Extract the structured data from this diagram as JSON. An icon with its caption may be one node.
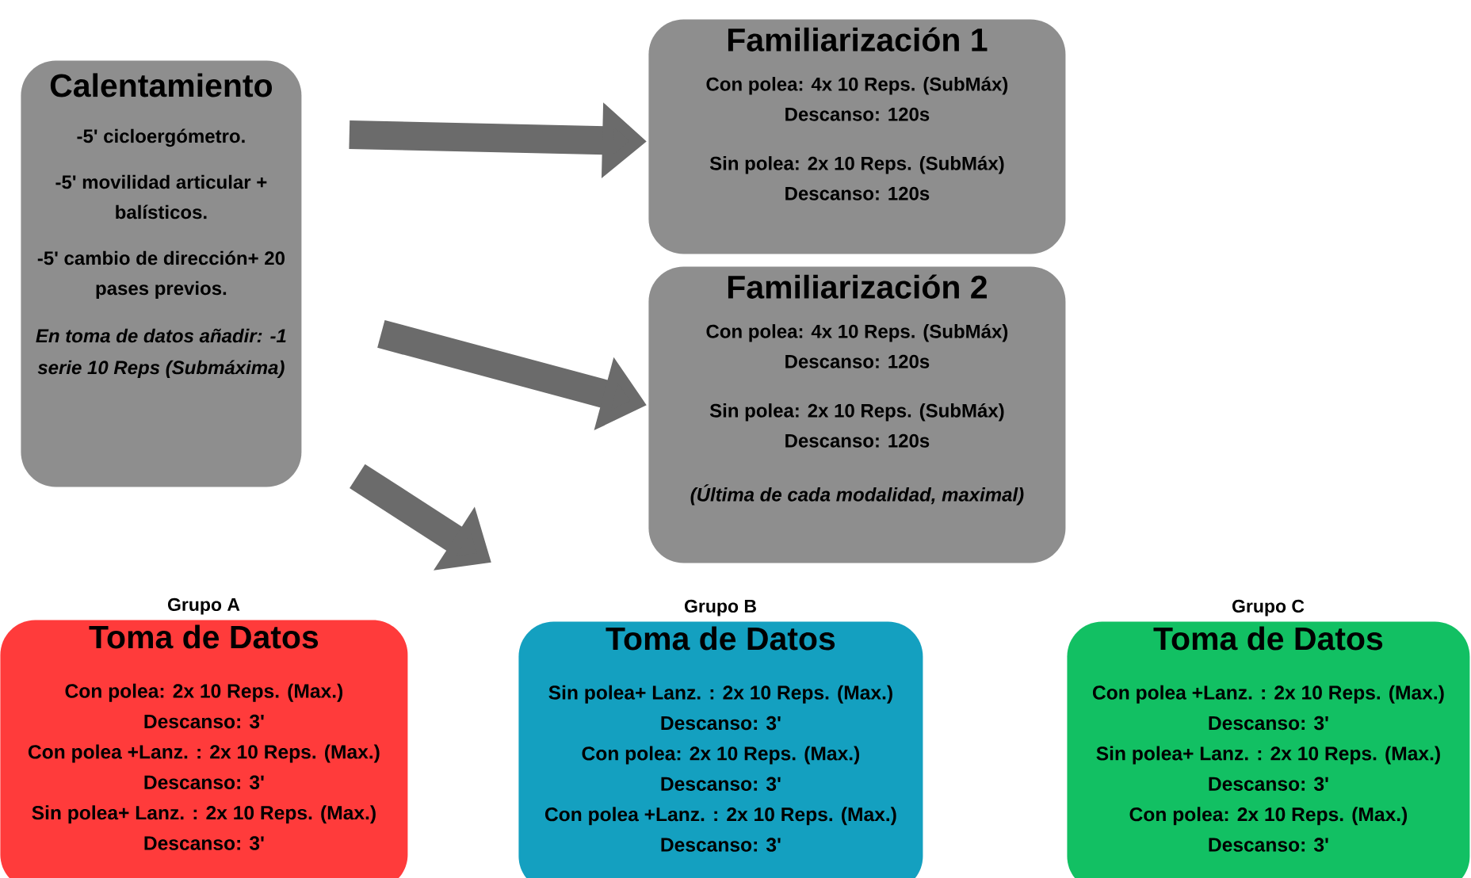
{
  "diagram": {
    "nodes": [
      {
        "text": [
          "Calentamiento",
          "-5' cicloergómetro.",
          "-5' movilidad articular + balísticos.",
          "-5' cambio de dirección+ 20 pases previos.",
          "En toma de datos añadir: -1 serie 10 Reps (Submáxima)"
        ]
      },
      {
        "text": [
          "Familiarización 1",
          "Con polea: 4x 10 Reps. (SubMáx) Descanso: 120s",
          "Sin polea: 2x 10 Reps. (SubMáx) Descanso: 120s"
        ]
      },
      {
        "text": [
          "Familiarización 2",
          "Con polea: 4x 10 Reps. (SubMáx) Descanso: 120s",
          "Sin polea: 2x 10 Reps. (SubMáx) Descanso: 120s",
          "(Última de cada modalidad, maximal)"
        ]
      },
      {
        "text": [
          "Grupo A",
          "Toma de Datos",
          "Con polea: 2x 10 Reps. (Max.)",
          "Descanso: 3'",
          "Con polea +Lanz. :  2x 10 Reps. (Max.)",
          "Descanso: 3'",
          "Sin polea+ Lanz. : 2x 10 Reps. (Max.)",
          "Descanso: 3'"
        ]
      },
      {
        "text": [
          "Grupo B",
          "Toma de Datos",
          "Sin polea+ Lanz. : 2x 10 Reps. (Max.)",
          "Descanso: 3'",
          "Con polea: 2x 10 Reps. (Max.)",
          "Descanso: 3'",
          "Con polea +Lanz. :  2x 10 Reps. (Max.)",
          "Descanso: 3'"
        ]
      },
      {
        "text": [
          "Grupo C",
          "Toma de Datos",
          "Con polea +Lanz. :  2x 10 Reps. (Max.)",
          "Descanso: 3'",
          "Sin polea+ Lanz. : 2x 10 Reps. (Max.)",
          "Descanso: 3'",
          "Con polea: 2x 10 Reps. (Max.)",
          "Descanso: 3'"
        ]
      }
    ],
    "edges": [
      {
        "from": 0,
        "to": 1,
        "arrow": "to"
      },
      {
        "from": 0,
        "to": 2,
        "arrow": "to"
      },
      {
        "from": 0,
        "to": 4,
        "arrow": "to"
      }
    ]
  }
}
